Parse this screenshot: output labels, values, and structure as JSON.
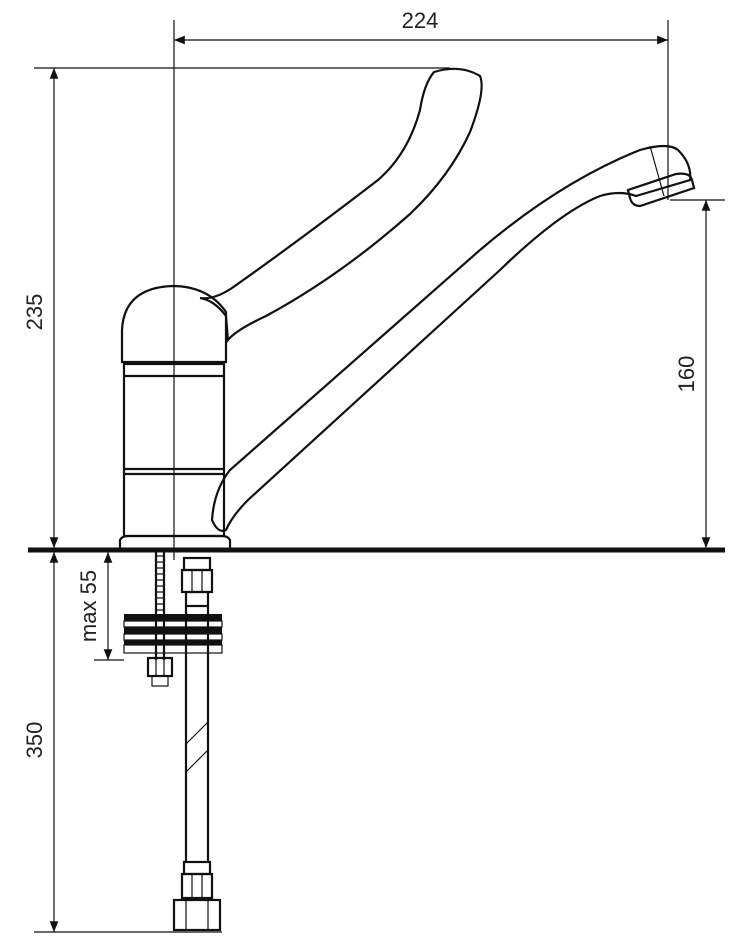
{
  "dimensions": {
    "spout_reach": "224",
    "total_height": "235",
    "spout_height": "160",
    "max_counter_thickness": "max 55",
    "hose_length": "350"
  }
}
